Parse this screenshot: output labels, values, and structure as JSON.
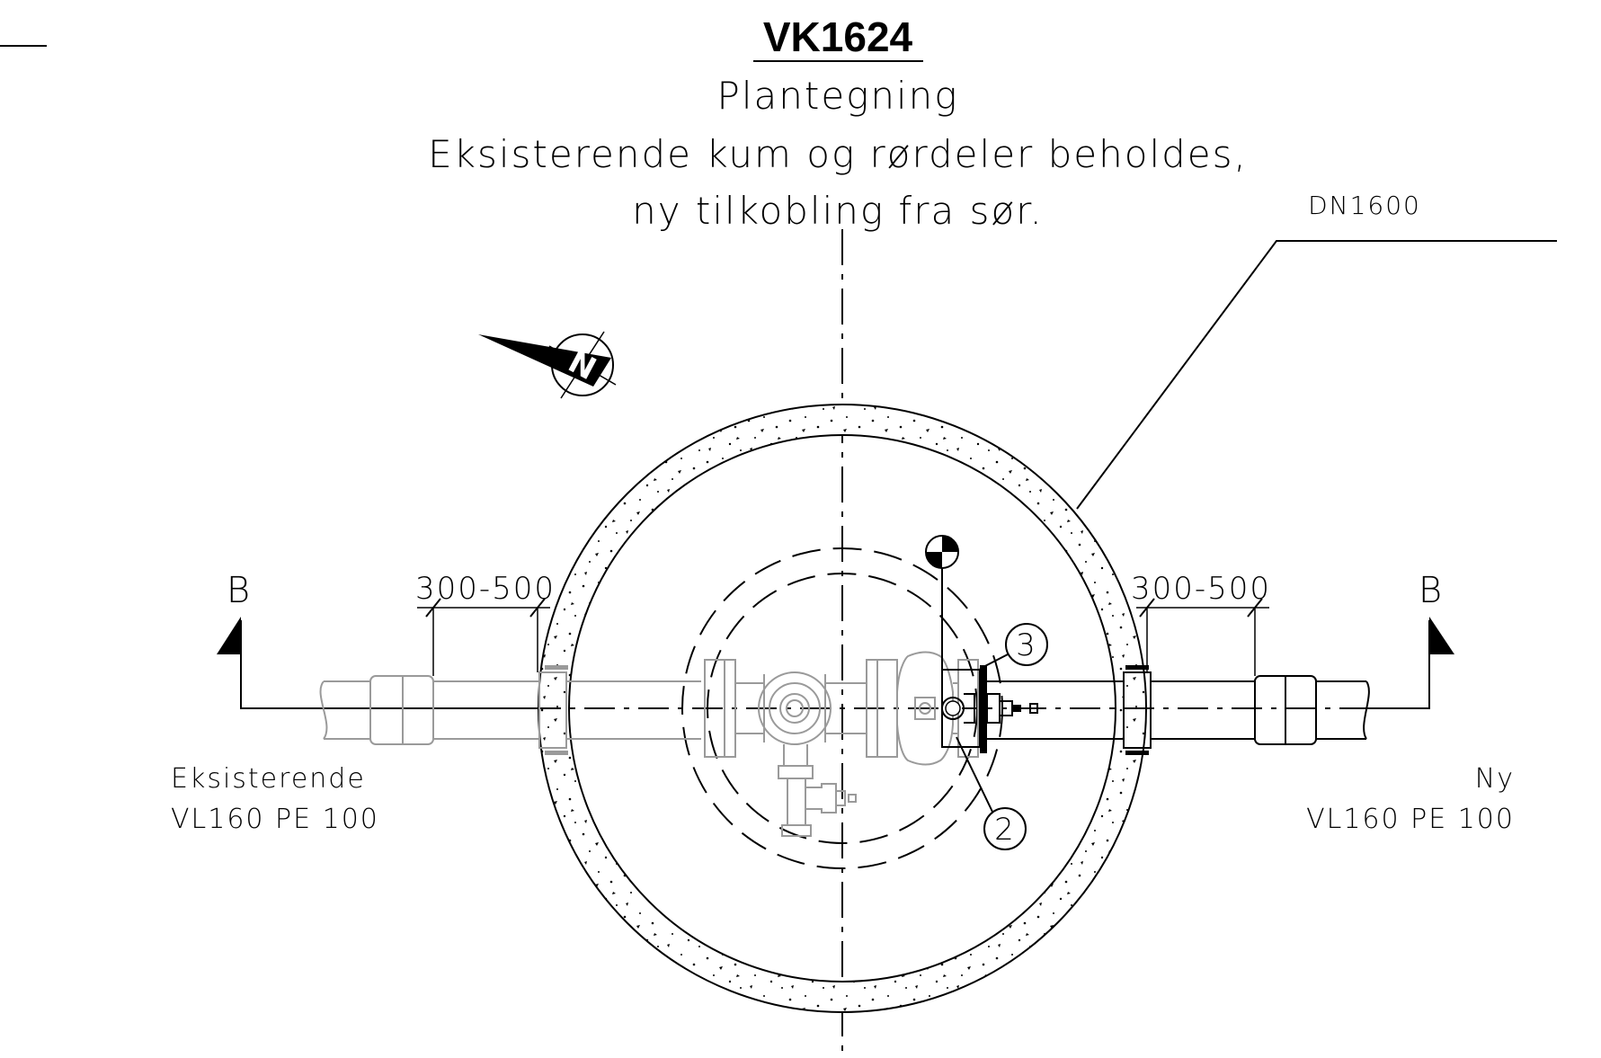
{
  "drawing": {
    "title": "VK1624",
    "subtitle_line1": "Plantegning",
    "subtitle_line2": "Eksisterende kum og rørdeler beholdes,",
    "subtitle_line3": "ny tilkobling fra sør.",
    "manhole_label": "DN1600",
    "north_label": "N",
    "section_left": "B",
    "section_right": "B",
    "dim_left": "300-500",
    "dim_right": "300-500",
    "pipe_left_line1": "Eksisterende",
    "pipe_left_line2": "VL160 PE 100",
    "pipe_right_line1": "Ny",
    "pipe_right_line2": "VL160 PE 100",
    "callout_3": "3",
    "callout_2": "2"
  },
  "colors": {
    "line": "#000000",
    "existing_parts": "#9a9a9a",
    "background": "#ffffff"
  }
}
